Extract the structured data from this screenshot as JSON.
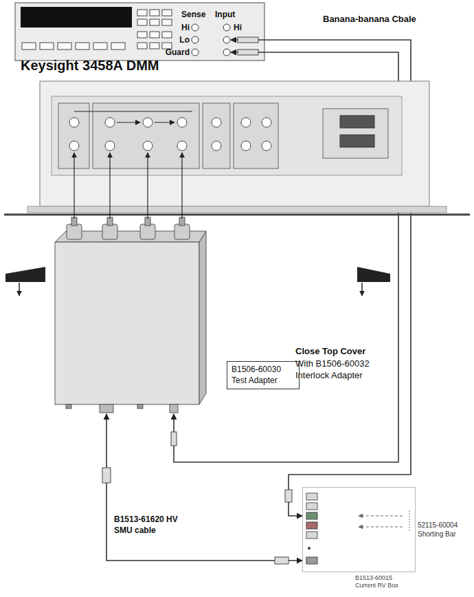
{
  "diagram": {
    "nodes": [
      {
        "text": [
          "Keysight 3458A DMM"
        ]
      },
      {
        "text": [
          "B1506-60030 Test Adapter"
        ]
      },
      {
        "text": [
          "B1513-60015 Current RV Box"
        ]
      }
    ],
    "edges": [
      {
        "from": 0,
        "to": 2,
        "arrow": "both"
      },
      {
        "from": 0,
        "to": 1,
        "arrow": "both"
      },
      {
        "from": 2,
        "to": 1,
        "arrow": "both",
        "label": "B1513-61620 HV SMU cable"
      }
    ],
    "labels": [
      "Sense",
      "Input",
      "Hi",
      "Hi",
      "Lo",
      "Guard",
      "Banana-banana Cbale",
      "Close Top Cover",
      "With B1506-60032 Interlock Adapter",
      "52115-60004 Shorting Bar"
    ]
  }
}
